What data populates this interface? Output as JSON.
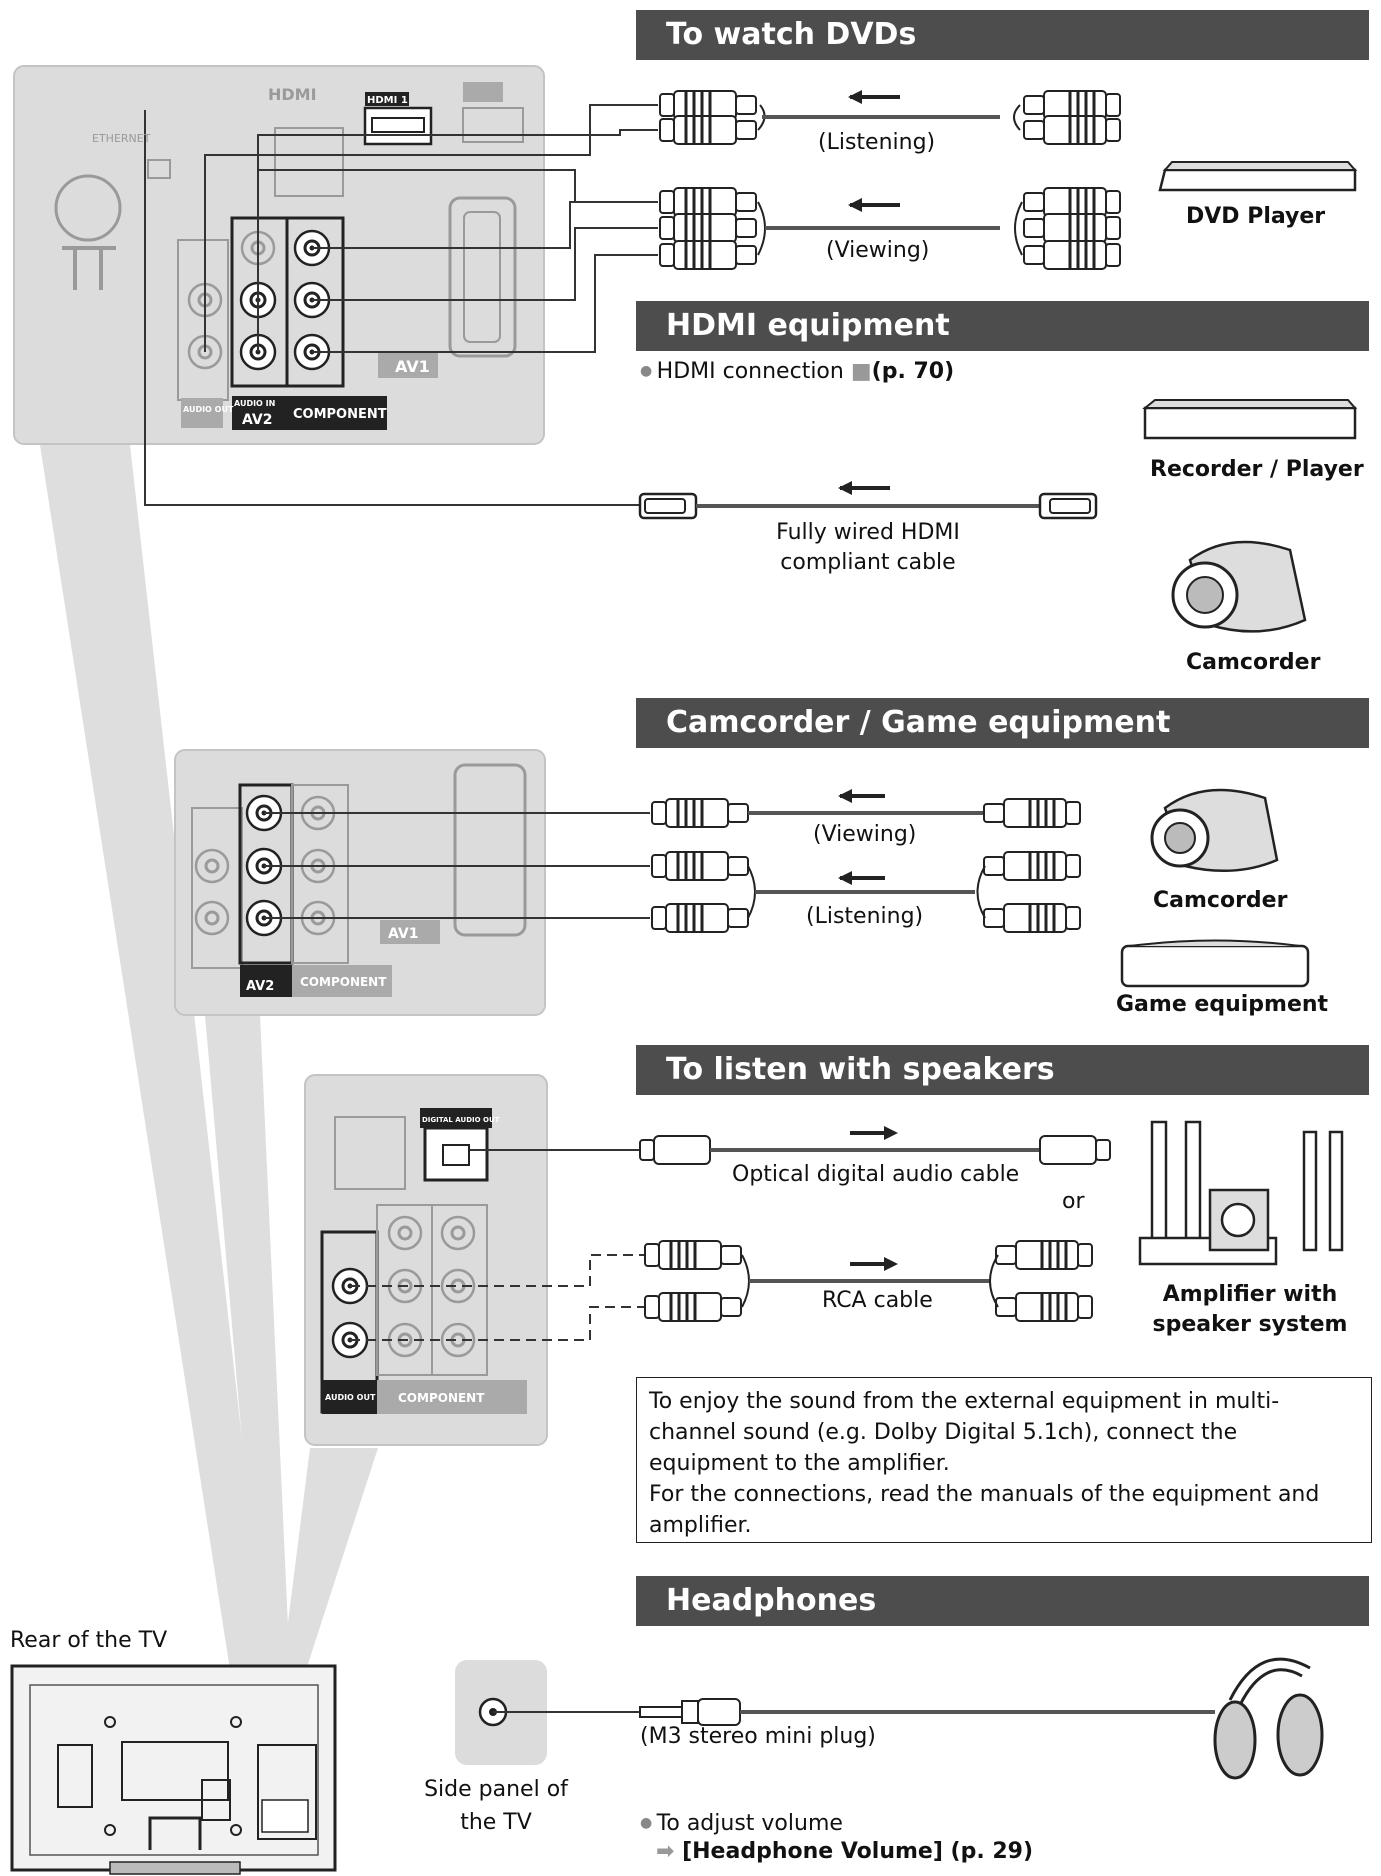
{
  "sections": {
    "dvd": {
      "title": "To watch DVDs",
      "listening": "(Listening)",
      "viewing": "(Viewing)",
      "device": "DVD Player"
    },
    "hdmi": {
      "title": "HDMI equipment",
      "connection_text": "HDMI connection",
      "connection_ref": "(p. 70)",
      "cable": "Fully wired HDMI compliant cable",
      "device_recorder": "Recorder / Player",
      "device_camcorder": "Camcorder"
    },
    "camgame": {
      "title": "Camcorder / Game equipment",
      "viewing": "(Viewing)",
      "listening": "(Listening)",
      "device_camcorder": "Camcorder",
      "device_game": "Game equipment"
    },
    "speakers": {
      "title": "To listen with speakers",
      "optical": "Optical digital audio cable",
      "or": "or",
      "rca": "RCA cable",
      "device": "Amplifier with speaker system",
      "note_1": "To enjoy the sound from the external equipment in multi-channel sound (e.g. Dolby Digital 5.1ch), connect the equipment to the amplifier.",
      "note_2": "For the connections, read the manuals of the equipment and amplifier."
    },
    "headphones": {
      "title": "Headphones",
      "plug": "(M3 stereo mini plug)",
      "adjust": "To adjust volume",
      "adjust_ref": "[Headphone Volume] (p. 29)"
    }
  },
  "tv": {
    "rear_label": "Rear of the TV",
    "side_label": "Side panel of the TV"
  },
  "panel_labels": {
    "hdmi_logo": "HDMI",
    "hdmi1": "HDMI 1",
    "ethernet": "ETHERNET",
    "component": "COMPONENT",
    "av2": "AV2",
    "av1": "AV1",
    "audio_in": "AUDIO IN",
    "audio_out": "AUDIO OUT",
    "digital_audio_out": "DIGITAL AUDIO OUT"
  }
}
